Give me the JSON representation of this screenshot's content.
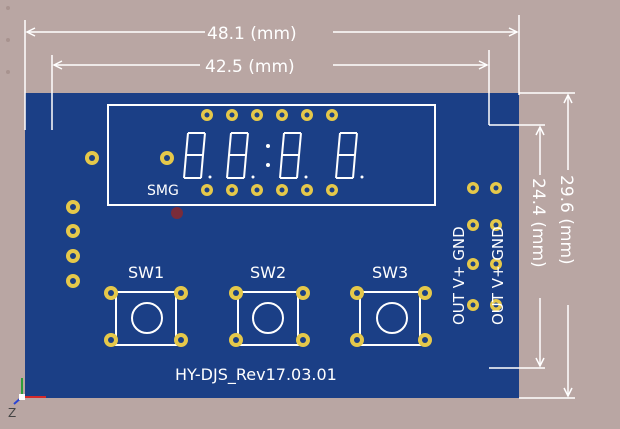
{
  "dimensions": {
    "width_top": "48.1 (mm)",
    "width_inner": "42.5 (mm)",
    "height_inner": "24.4 (mm)",
    "height_outer": "29.6 (mm)"
  },
  "pcb": {
    "display_label": "SMG",
    "buttons": [
      "SW1",
      "SW2",
      "SW3"
    ],
    "revision": "HY-DJS_Rev17.03.01",
    "terminal_labels": [
      "OUT V+ GND",
      "OUT V+ GND"
    ]
  },
  "axis": {
    "z_label": "Z"
  },
  "colors": {
    "background": "#b9a6a3",
    "board": "#1b3f86",
    "silkscreen": "#ffffff",
    "pad_gold": "#e5c84a",
    "dimension_line": "#ffffff"
  },
  "icons": [
    "axis-triad-icon"
  ]
}
